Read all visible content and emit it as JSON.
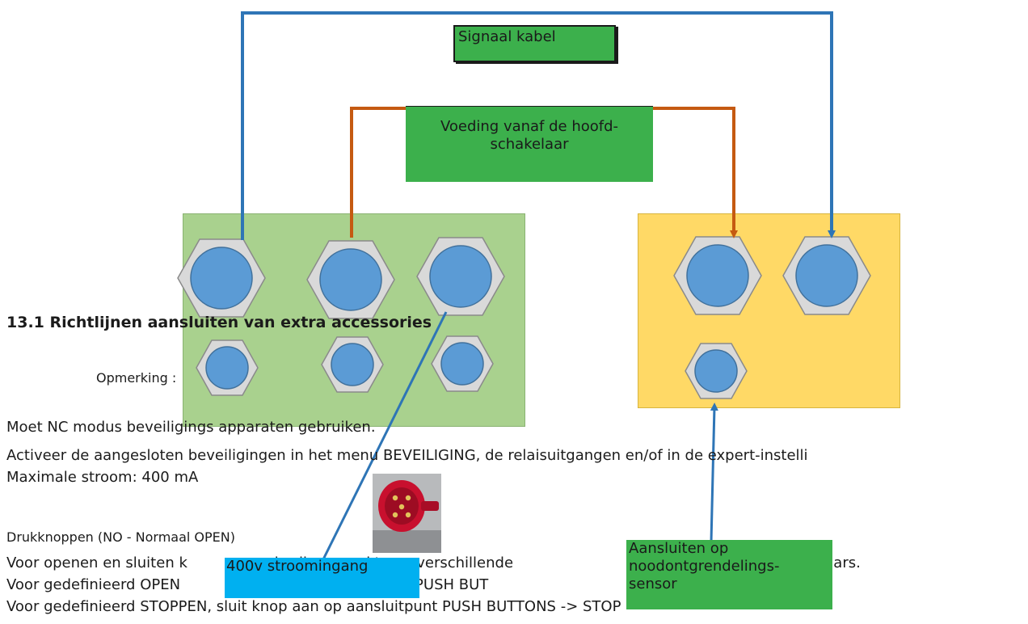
{
  "heading": "13.1 Richtlijnen aansluiten van extra accessories",
  "note": "Opmerking :",
  "lines": [
    "Moet NC modus beveiligings apparaten gebruiken.",
    "Activeer de aangesloten beveiligingen in het menu BEVEILIGING, de relaisuitgangen en/of in de expert-instelli",
    "Maximale stroom: 400 mA",
    "Drukknoppen (NO - Normaal OPEN)",
    "Voor openen en sluiten k          an gebruik gemaakt van verschillende                                         of sleutelschakelaars.",
    "Voor gedefinieerd OPEN                              aansluitpunt PUSH BUT",
    "Voor gedefinieerd STOPPEN, sluit knop aan op aansluitpunt PUSH BUTTONS -> STOP"
  ],
  "labels": {
    "signal_cable": "Signaal kabel",
    "power_supply": "Voeding vanaf de hoofd-schakelaar",
    "power_input": "400v stroomingang",
    "sensor": "Aansluiten op\nnoodontgrendelings-\nsensor"
  },
  "colors": {
    "green_panel": "#a9d18e",
    "yellow_panel": "#ffd966",
    "label_green": "#3cb04c",
    "label_blue": "#00b0f0",
    "signal_line": "#2e75b6",
    "power_line": "#c55a11",
    "gland_body": "#d9d9d9",
    "gland_core": "#5b9bd5"
  },
  "icons": [
    "cable-gland-icon",
    "power-plug-photo"
  ]
}
